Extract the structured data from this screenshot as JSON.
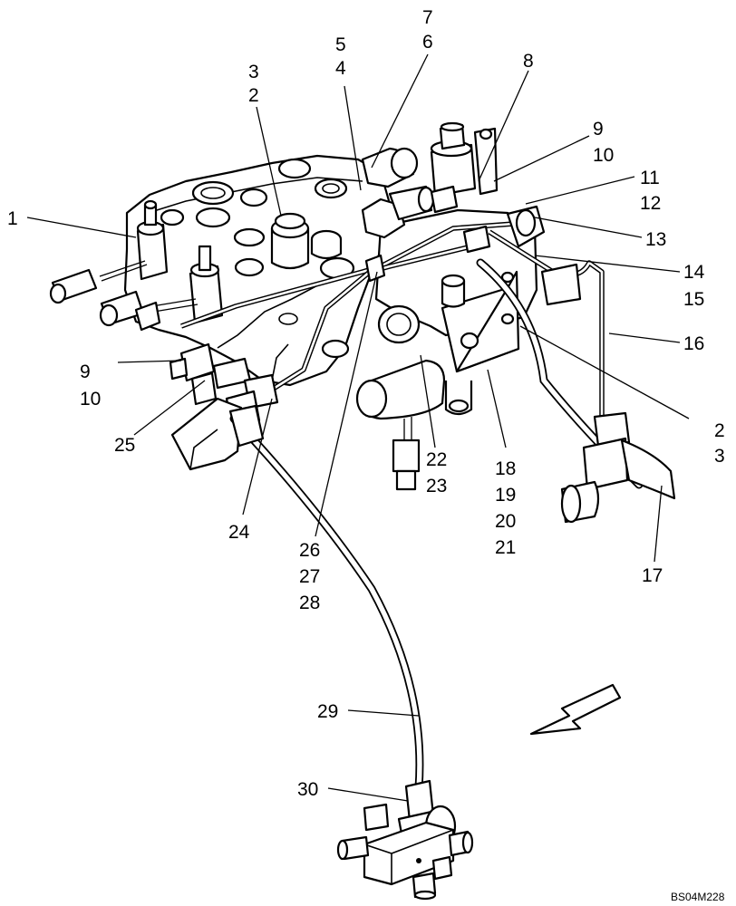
{
  "callouts": {
    "c1": "1",
    "c2a": "2",
    "c3a": "3",
    "c4": "4",
    "c5": "5",
    "c6": "6",
    "c7": "7",
    "c8": "8",
    "c9a": "9",
    "c10a": "10",
    "c11": "11",
    "c12": "12",
    "c13": "13",
    "c14": "14",
    "c15": "15",
    "c16": "16",
    "c2b": "2",
    "c3b": "3",
    "c17": "17",
    "c9b": "9",
    "c10b": "10",
    "c18": "18",
    "c19": "19",
    "c20": "20",
    "c21": "21",
    "c22": "22",
    "c23": "23",
    "c24": "24",
    "c25": "25",
    "c26": "26",
    "c27": "27",
    "c28": "28",
    "c29": "29",
    "c30": "30"
  },
  "drawing_code": "BS04M228",
  "direction_arrow": "front-arrow-icon"
}
